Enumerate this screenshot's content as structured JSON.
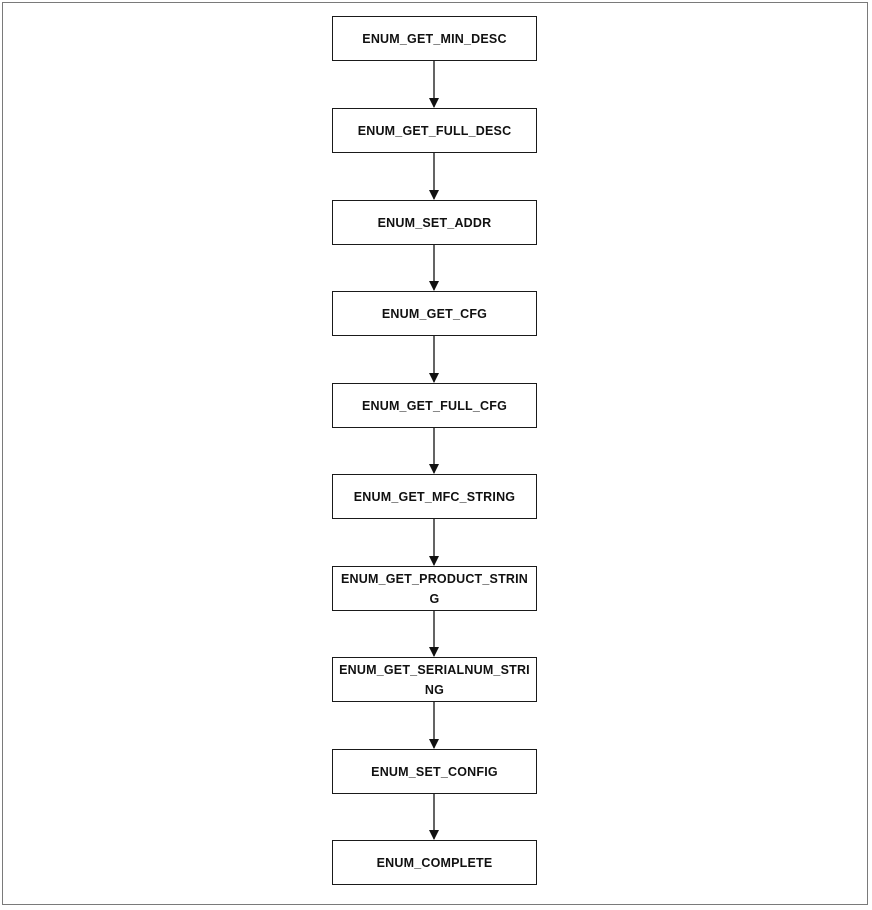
{
  "diagram": {
    "type": "flowchart",
    "direction": "top-to-bottom",
    "nodes": [
      {
        "id": "n1",
        "label": "ENUM_GET_MIN_DESC"
      },
      {
        "id": "n2",
        "label": "ENUM_GET_FULL_DESC"
      },
      {
        "id": "n3",
        "label": "ENUM_SET_ADDR"
      },
      {
        "id": "n4",
        "label": "ENUM_GET_CFG"
      },
      {
        "id": "n5",
        "label": "ENUM_GET_FULL_CFG"
      },
      {
        "id": "n6",
        "label": "ENUM_GET_MFC_STRING"
      },
      {
        "id": "n7",
        "label": "ENUM_GET_PRODUCT_STRING"
      },
      {
        "id": "n8",
        "label": "ENUM_GET_SERIALNUM_STRING"
      },
      {
        "id": "n9",
        "label": "ENUM_SET_CONFIG"
      },
      {
        "id": "n10",
        "label": "ENUM_COMPLETE"
      }
    ],
    "edges": [
      {
        "from": "n1",
        "to": "n2"
      },
      {
        "from": "n2",
        "to": "n3"
      },
      {
        "from": "n3",
        "to": "n4"
      },
      {
        "from": "n4",
        "to": "n5"
      },
      {
        "from": "n5",
        "to": "n6"
      },
      {
        "from": "n6",
        "to": "n7"
      },
      {
        "from": "n7",
        "to": "n8"
      },
      {
        "from": "n8",
        "to": "n9"
      },
      {
        "from": "n9",
        "to": "n10"
      }
    ]
  }
}
